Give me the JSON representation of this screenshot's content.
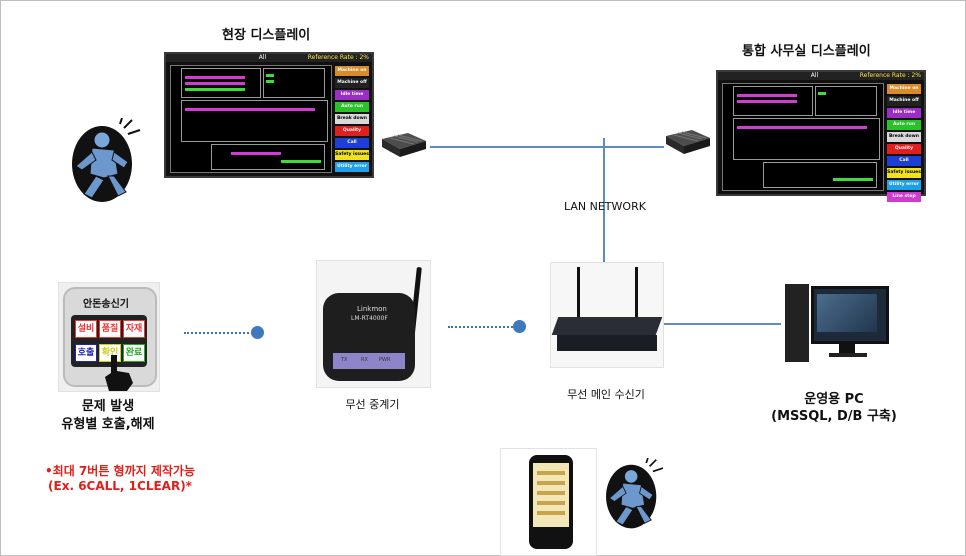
{
  "labels": {
    "field_display": "현장 디스플레이",
    "office_display": "통합 사무실 디스플레이",
    "lan_network": "LAN NETWORK",
    "repeater": "무선 중계기",
    "receiver": "무선 메인 수신기",
    "pc_title": "운영용 PC",
    "pc_sub": "(MSSQL, D/B 구축)",
    "problem_1": "문제 발생",
    "problem_2": "유형별 호출,해제",
    "note_1": "•최대 7버튼 형까지 제작가능",
    "note_2": "(Ex. 6CALL, 1CLEAR)*"
  },
  "transmitter": {
    "title": "안돈송신기",
    "buttons": [
      "설비",
      "품질",
      "자재",
      "호출",
      "확인",
      "완료"
    ]
  },
  "repeater_device": {
    "brand": "Linkmon",
    "model": "LM-RT4000F",
    "leds": [
      "TX",
      "RX",
      "PWR"
    ]
  },
  "display": {
    "all": "All",
    "reference": "Reference Rate : 2%",
    "legend": [
      {
        "label": "Machine on",
        "color": "#d98a2b"
      },
      {
        "label": "Machine off",
        "color": "#222222"
      },
      {
        "label": "Idle time",
        "color": "#9b2cc4"
      },
      {
        "label": "Auto run",
        "color": "#26c426"
      },
      {
        "label": "Break down",
        "color": "#d9d9d9"
      },
      {
        "label": "Quality issues",
        "color": "#e01f1f"
      },
      {
        "label": "Call supervisor",
        "color": "#1d3fd6"
      },
      {
        "label": "Safety issues",
        "color": "#f0e21b"
      },
      {
        "label": "Utility error",
        "color": "#1da0e8"
      },
      {
        "label": "Line stop",
        "color": "#cf3acf"
      }
    ]
  },
  "colors": {
    "line": "#5a8ec2",
    "node": "#3e79bd",
    "accent_red": "#e0201b"
  }
}
